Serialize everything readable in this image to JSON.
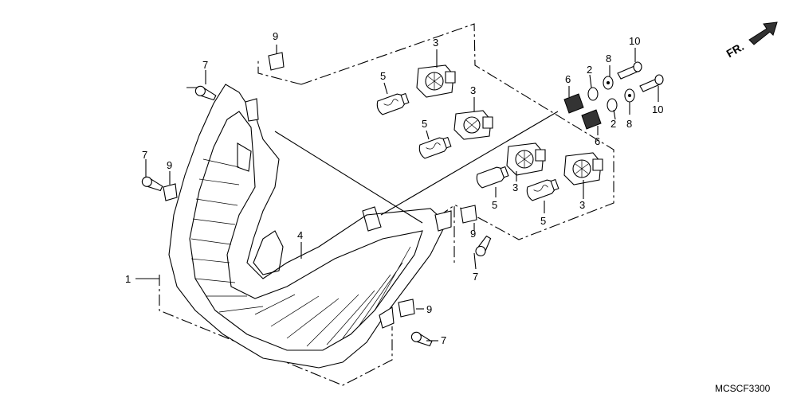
{
  "diagram": {
    "code": "MCSCF3300",
    "direction_label": "FR."
  },
  "callouts": {
    "c1": "1",
    "c4": "4",
    "c2a": "2",
    "c2b": "2",
    "c3a": "3",
    "c3b": "3",
    "c3c": "3",
    "c3d": "3",
    "c5a": "5",
    "c5b": "5",
    "c5c": "5",
    "c5d": "5",
    "c6a": "6",
    "c6b": "6",
    "c7a": "7",
    "c7b": "7",
    "c7c": "7",
    "c7d": "7",
    "c8a": "8",
    "c8b": "8",
    "c9a": "9",
    "c9b": "9",
    "c9c": "9",
    "c9d": "9",
    "c10a": "10",
    "c10b": "10"
  }
}
